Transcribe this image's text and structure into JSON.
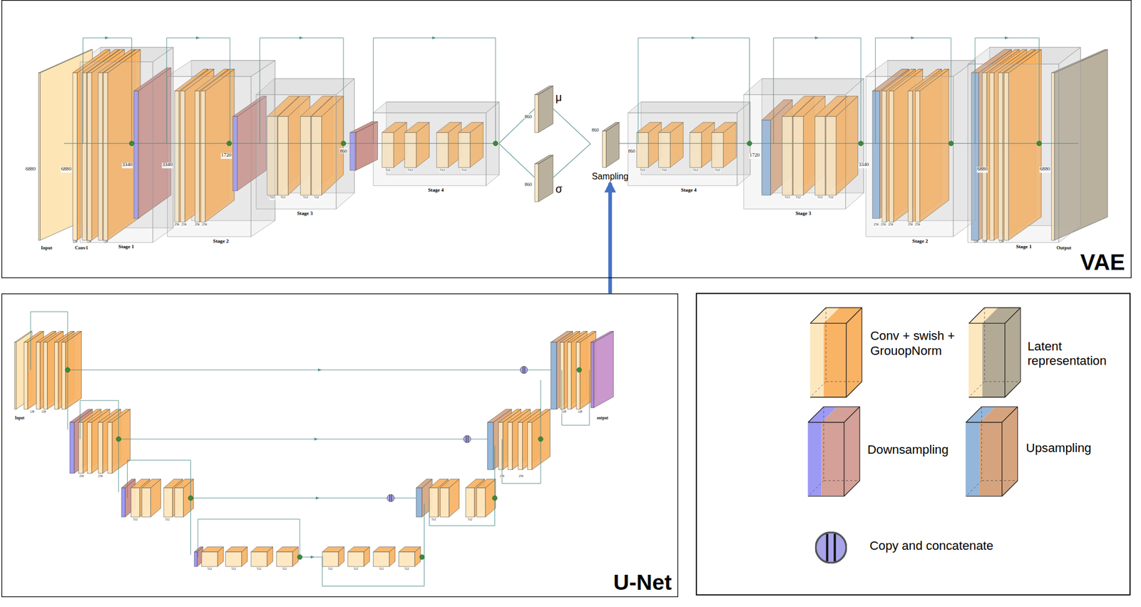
{
  "diagram": {
    "nodes": [
      {
        "text": [
          "VAE"
        ]
      },
      {
        "text": [
          "Stage 1"
        ],
        "in": 0
      },
      {
        "text": [
          "Stage 2"
        ],
        "in": 0
      },
      {
        "text": [
          "Stage 3"
        ],
        "in": 0
      },
      {
        "text": [
          "Stage 4"
        ],
        "in": 0
      },
      {
        "text": [
          "μ"
        ],
        "in": 0
      },
      {
        "text": [
          "σ"
        ],
        "in": 0
      },
      {
        "text": [
          "Sampling"
        ],
        "in": 0
      },
      {
        "text": [
          "Stage 4"
        ],
        "in": 0
      },
      {
        "text": [
          "Stage 3"
        ],
        "in": 0
      },
      {
        "text": [
          "Stage 2"
        ],
        "in": 0
      },
      {
        "text": [
          "Stage 1"
        ],
        "in": 0
      },
      {
        "text": [
          "U-Net"
        ]
      }
    ],
    "edges": [
      {
        "from": 4,
        "to": 5,
        "arrow": "none"
      },
      {
        "from": 4,
        "to": 6,
        "arrow": "none"
      },
      {
        "from": 5,
        "to": 7,
        "arrow": "none"
      },
      {
        "from": 6,
        "to": 7,
        "arrow": "none"
      },
      {
        "from": 12,
        "to": 7,
        "arrow": "to"
      }
    ],
    "labels": [
      "6880",
      "6880",
      "Input",
      "Conv1",
      "3340",
      "3340",
      "1720",
      "860",
      "860",
      "860",
      "860",
      "860",
      "1720",
      "3340",
      "6880",
      "6880",
      "Output",
      "128",
      "128",
      "128",
      "256",
      "256",
      "256",
      "256",
      "512",
      "512",
      "512",
      "512",
      "512",
      "512",
      "512",
      "512",
      "512",
      "512",
      "512",
      "512",
      "512",
      "512",
      "512",
      "512",
      "256",
      "256",
      "256",
      "256",
      "256",
      "128",
      "128",
      "128",
      "Input",
      "output",
      "128",
      "128",
      "256",
      "256",
      "512",
      "512",
      "512",
      "512",
      "512",
      "512",
      "512",
      "512",
      "512",
      "512",
      "512",
      "512",
      "256",
      "256",
      "128",
      "128"
    ],
    "legend": [
      {
        "text": "Conv + swish + GrouopNorm",
        "color": "#f8b365"
      },
      {
        "text": "Latent representation",
        "color": "#b3aa96"
      },
      {
        "text": "Downsampling",
        "color": "#9d9af4"
      },
      {
        "text": "Upsampling",
        "color": "#94b6da"
      },
      {
        "text": "Copy and concatenate"
      }
    ]
  }
}
